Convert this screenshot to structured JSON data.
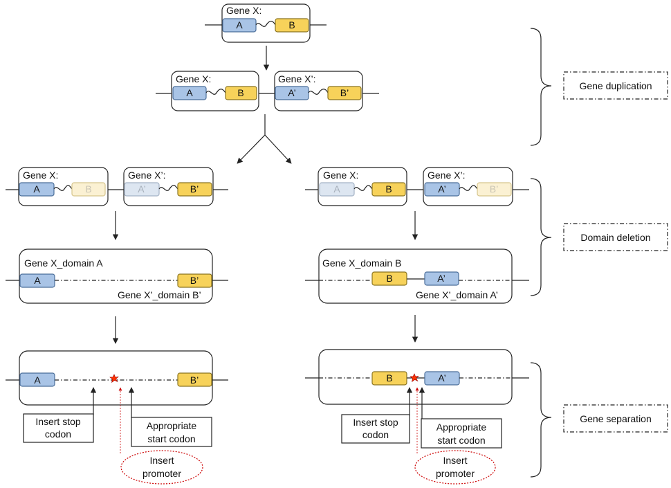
{
  "colors": {
    "domain_a": "#a9c4e6",
    "domain_a_border": "#4a6d99",
    "domain_b": "#f7d25a",
    "domain_b_border": "#8a7420",
    "faded_a": "#dde6f1",
    "faded_a_border": "#a3b2c5",
    "faded_b": "#fbf1d3",
    "faded_b_border": "#d6c58c",
    "promoter": "#cc0000",
    "line": "#222222"
  },
  "labels": {
    "gene_x": "Gene X:",
    "gene_x_prime": "Gene X’:",
    "a": "A",
    "b": "B",
    "a_prime": "A’",
    "b_prime": "B’",
    "x_domain_a": "Gene  X_domain A",
    "x_prime_domain_b": "Gene X’_domain B’",
    "x_domain_b": "Gene  X_domain B",
    "x_prime_domain_a": "Gene X’_domain A’"
  },
  "callouts": {
    "stop_1": "Insert stop",
    "stop_2": "codon",
    "start_1": "Appropriate",
    "start_2": "start codon",
    "promoter_1": "Insert",
    "promoter_2": "promoter"
  },
  "stages": {
    "duplication": "Gene duplication",
    "deletion": "Domain deletion",
    "separation": "Gene separation"
  }
}
